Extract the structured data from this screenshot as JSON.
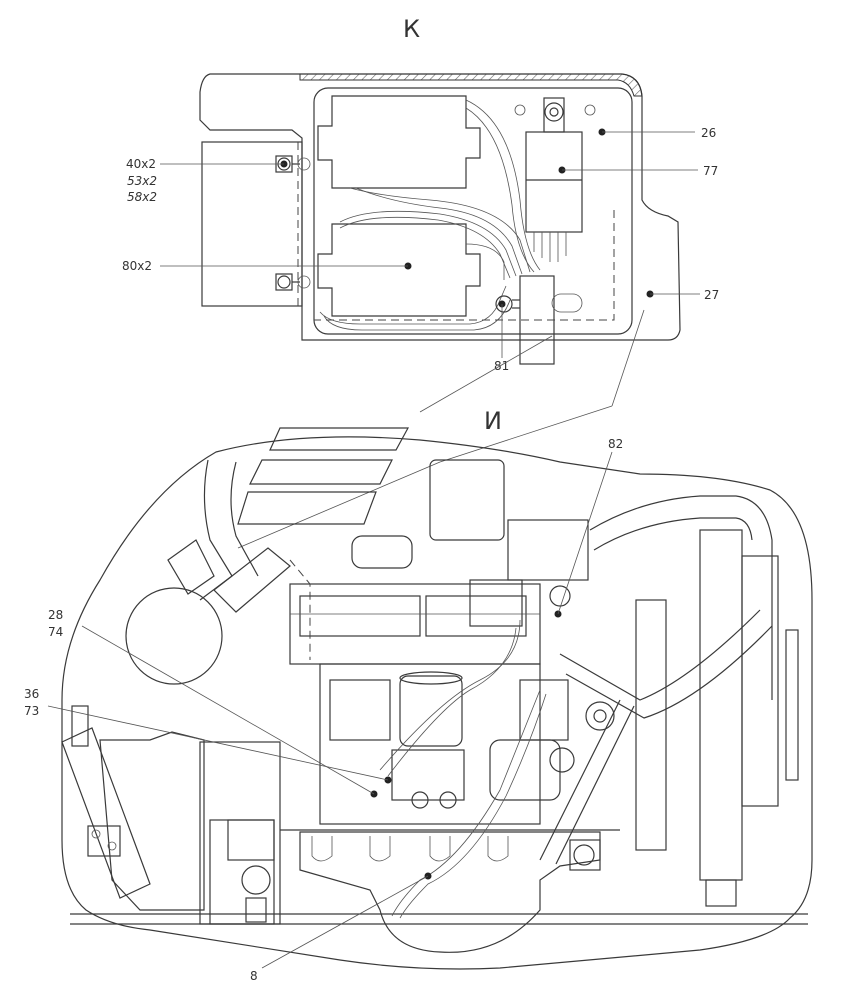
{
  "views": {
    "detail_k_title": "К",
    "detail_i_title": "И"
  },
  "callouts": {
    "c40x2": "40x2",
    "c53x2": "53x2",
    "c58x2": "58x2",
    "c80x2": "80x2",
    "c26": "26",
    "c77": "77",
    "c27": "27",
    "c81": "81",
    "c82": "82",
    "c28": "28",
    "c74": "74",
    "c36": "36",
    "c73": "73",
    "c8": "8"
  },
  "colors": {
    "line": "#3a3a3a",
    "background": "#ffffff",
    "marker": "#222222"
  }
}
